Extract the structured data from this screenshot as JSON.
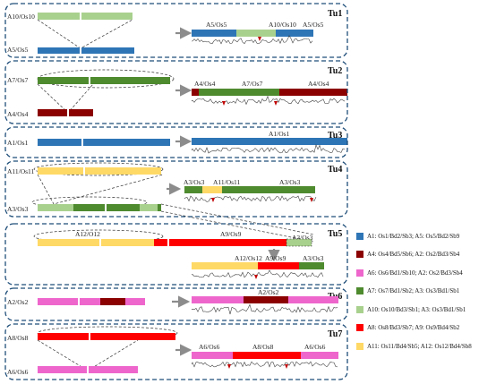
{
  "colors": {
    "blue": "#2e75b6",
    "maroon": "#8b0000",
    "pink": "#ee66cc",
    "dkgreen": "#4e8a2e",
    "ltgreen": "#a9d18e",
    "red": "#ff0000",
    "yellow": "#ffd966",
    "frame": "#1f4e79",
    "arrow": "#8c8c8c",
    "peak": "#c00000"
  },
  "panels": [
    {
      "id": "tu1",
      "title": "Tu1",
      "left_top": "A10/Os10",
      "left_bottom": "A5/Os5",
      "right_labels": [
        "A5/Os5",
        "A10/Os10",
        "A5/Os5"
      ]
    },
    {
      "id": "tu2",
      "title": "Tu2",
      "left_top": "A7/Os7",
      "left_bottom": "A4/Os4",
      "right_labels": [
        "A4/Os4",
        "A7/Os7",
        "A4/Os4"
      ]
    },
    {
      "id": "tu3",
      "title": "Tu3",
      "left_top": "A1/Os1",
      "right_labels": [
        "A1/Os1"
      ]
    },
    {
      "id": "tu4",
      "title": "Tu4",
      "left_top": "A11/Os11",
      "left_bottom": "A3/Os3",
      "right_labels": [
        "A3/Os3",
        "A11/Os11",
        "A3/Os3"
      ]
    },
    {
      "id": "tu5",
      "title": "Tu5",
      "top_labels": [
        "A12/O12",
        "A9/Os9",
        "A3/Os3"
      ],
      "bottom_labels": [
        "A12/Os12",
        "A9/Os9",
        "A3/Os3"
      ]
    },
    {
      "id": "tu6",
      "title": "Tu6",
      "left_top": "A2/Os2",
      "right_labels": [
        "A2/Os2"
      ]
    },
    {
      "id": "tu7",
      "title": "Tu7",
      "left_top": "A8/Os8",
      "left_bottom": "A6/Os6",
      "right_labels": [
        "A6/Os6",
        "A8/Os8",
        "A6/Os6"
      ]
    }
  ],
  "legend": [
    {
      "color": "#2e75b6",
      "text": "A1: Os1/Bd2/Sb3; A5: Os5/Bd2/Sb9"
    },
    {
      "color": "#8b0000",
      "text": "A4: Os4/Bd5/Sb6; A2: Os2/Bd3/Sb4"
    },
    {
      "color": "#ee66cc",
      "text": "A6: Os6/Bd1/Sb10; A2: Os2/Bd3/Sb4"
    },
    {
      "color": "#4e8a2e",
      "text": "A7: Os7/Bd1/Sb2; A3: Os3/Bd1/Sb1"
    },
    {
      "color": "#a9d18e",
      "text": "A10: Os10/Bd3/Sb1; A3: Os3/Bd1/Sb1"
    },
    {
      "color": "#ff0000",
      "text": "A8: Os8/Bd3/Sb7; A9: Os9/Bd4/Sb2"
    },
    {
      "color": "#ffd966",
      "text": "A11: Os11/Bd4/Sb5; A12: Os12/Bd4/Sb8"
    }
  ]
}
